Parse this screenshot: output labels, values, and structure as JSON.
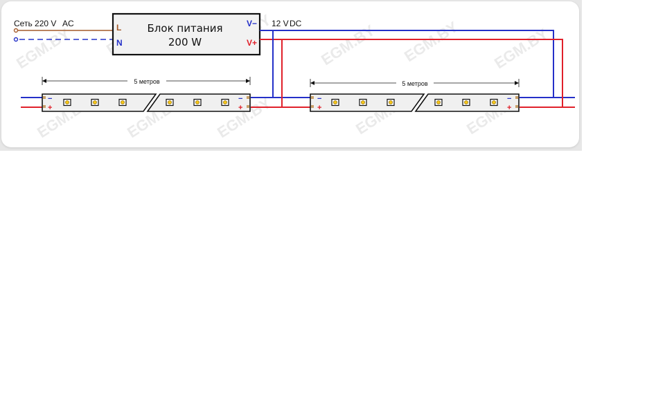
{
  "mains": {
    "label": "Сеть 220 V",
    "ac": "AC"
  },
  "psu": {
    "line1": "Блок питания",
    "line2": "200 W",
    "term_L": "L",
    "term_N": "N",
    "term_vminus": "V−",
    "term_vplus": "V+"
  },
  "dc_label": {
    "volt": "12 V",
    "dc": "DC"
  },
  "strips": [
    {
      "length_label": "5 метров",
      "minus": "−",
      "plus": "+"
    },
    {
      "length_label": "5 метров",
      "minus": "−",
      "plus": "+"
    }
  ],
  "watermark": "EGM.BY",
  "colors": {
    "positive": "#e0202a",
    "negative": "#2430c8",
    "phase": "#a45a2a",
    "neutral": "#2430c8"
  }
}
